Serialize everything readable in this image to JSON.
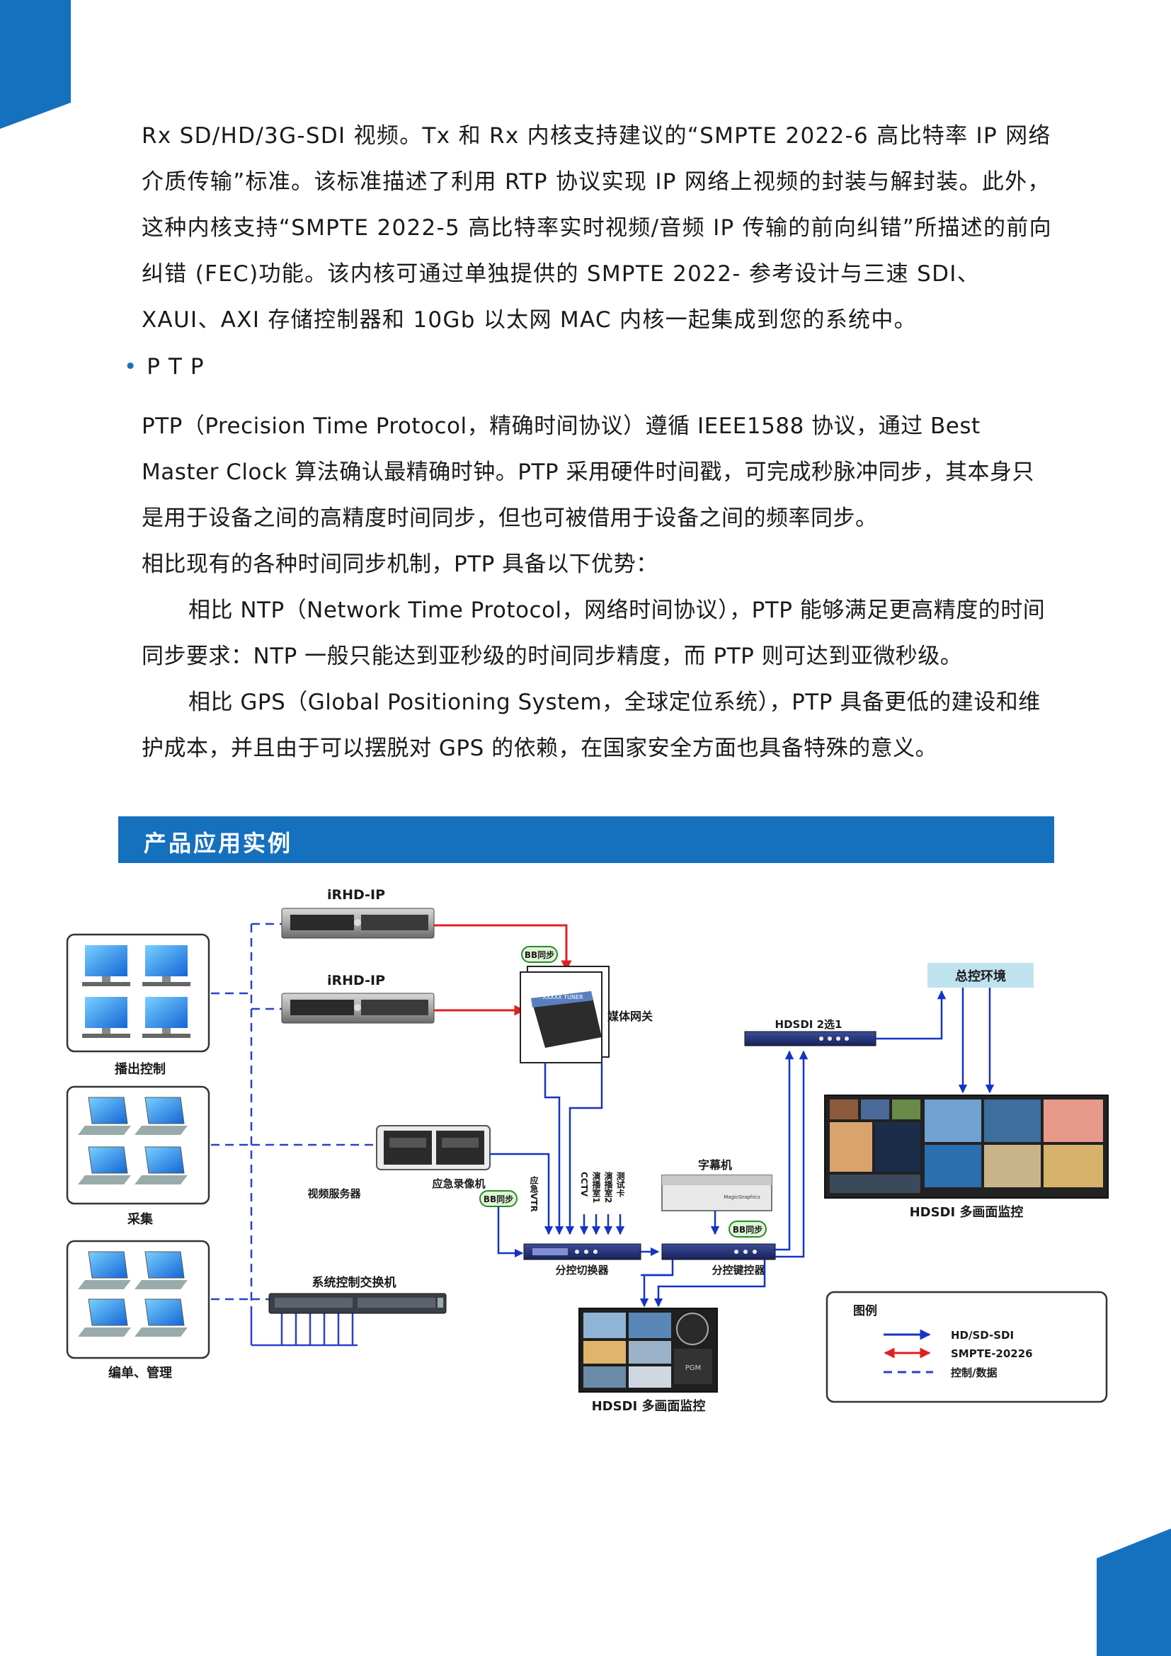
{
  "paragraphs": [
    "Rx SD/HD/3G-SDI 视频。Tx 和 Rx 内核支持建议的“SMPTE 2022-6 高比特率 IP 网络介质传输”标准。该标准描述了利用 RTP 协议实现 IP 网络上视频的封装与解封装。此外，这种内核支持“SMPTE 2022-5 高比特率实时视频/音频 IP 传输的前向纠错”所描述的前向纠错 (FEC)功能。该内核可通过单独提供的 SMPTE 2022- 参考设计与三速 SDI、XAUI、AXI 存储控制器和 10Gb 以太网 MAC 内核一起集成到您的系统中。",
    "PTP（Precision Time Protocol，精确时间协议）遵循 IEEE1588 协议，通过 Best Master Clock 算法确认最精确时钟。PTP 采用硬件时间戳，可完成秒脉冲同步，其本身只是用于设备之间的高精度时间同步，但也可被借用于设备之间的频率同步。",
    "相比现有的各种时间同步机制，PTP 具备以下优势：",
    "相比 NTP（Network Time Protocol，网络时间协议），PTP 能够满足更高精度的时间同步要求：NTP 一般只能达到亚秒级的时间同步精度，而 PTP 则可达到亚微秒级。",
    "相比 GPS（Global Positioning System，全球定位系统），PTP 具备更低的建设和维护成本，并且由于可以摆脱对 GPS 的依赖，在国家安全方面也具备特殊的意义。"
  ],
  "bullet": {
    "marker": "•",
    "text": "PTP"
  },
  "section": {
    "title": "产品应用实例"
  },
  "diagram": {
    "server_1": "iRHD-IP",
    "server_2": "iRHD-IP",
    "bb_sync_1": "BB同步",
    "bb_sync_2": "BB同步",
    "bb_sync_3": "BB同步",
    "media_gateway": "媒体网关",
    "gateway_device_text": "XXXXX TUNER",
    "control_env": "总控环境",
    "hdsdi_2to1": "HDSDI 2选1",
    "group_playout": "播出控制",
    "group_capture": "采集",
    "group_edit": "编单、管理",
    "video_server": "视频服务器",
    "emergency_vtr": "应急录像机",
    "switch_label": "系统控制交换机",
    "input_vtr": "应急VTR",
    "input_cctv": "CCTV",
    "input_studio1": "演播室1",
    "input_studio2": "演播室2",
    "input_test": "测试卡",
    "sub_switcher": "分控切换器",
    "caption_machine": "字幕机",
    "caption_device_text": "MagicGraphics",
    "sub_keyer": "分控键控器",
    "multiview_top": "HDSDI 多画面监控",
    "multiview_bottom": "HDSDI 多画面监控",
    "pgm_label": "PGM",
    "legend_title": "图例",
    "legend_items": [
      "HD/SD-SDI",
      "SMPTE-20226",
      "控制/数据"
    ],
    "colors": {
      "sdi": "#1533c7",
      "smpte": "#e02020",
      "control": "#2b3fd0",
      "accent": "#1570be"
    }
  }
}
